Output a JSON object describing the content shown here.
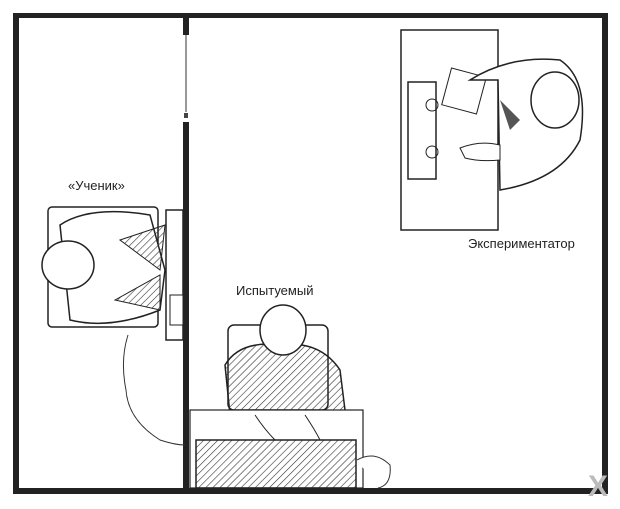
{
  "diagram": {
    "labels": {
      "learner": "«Ученик»",
      "subject": "Испытуемый",
      "experimenter": "Экспериментатор"
    },
    "watermark": "X"
  }
}
